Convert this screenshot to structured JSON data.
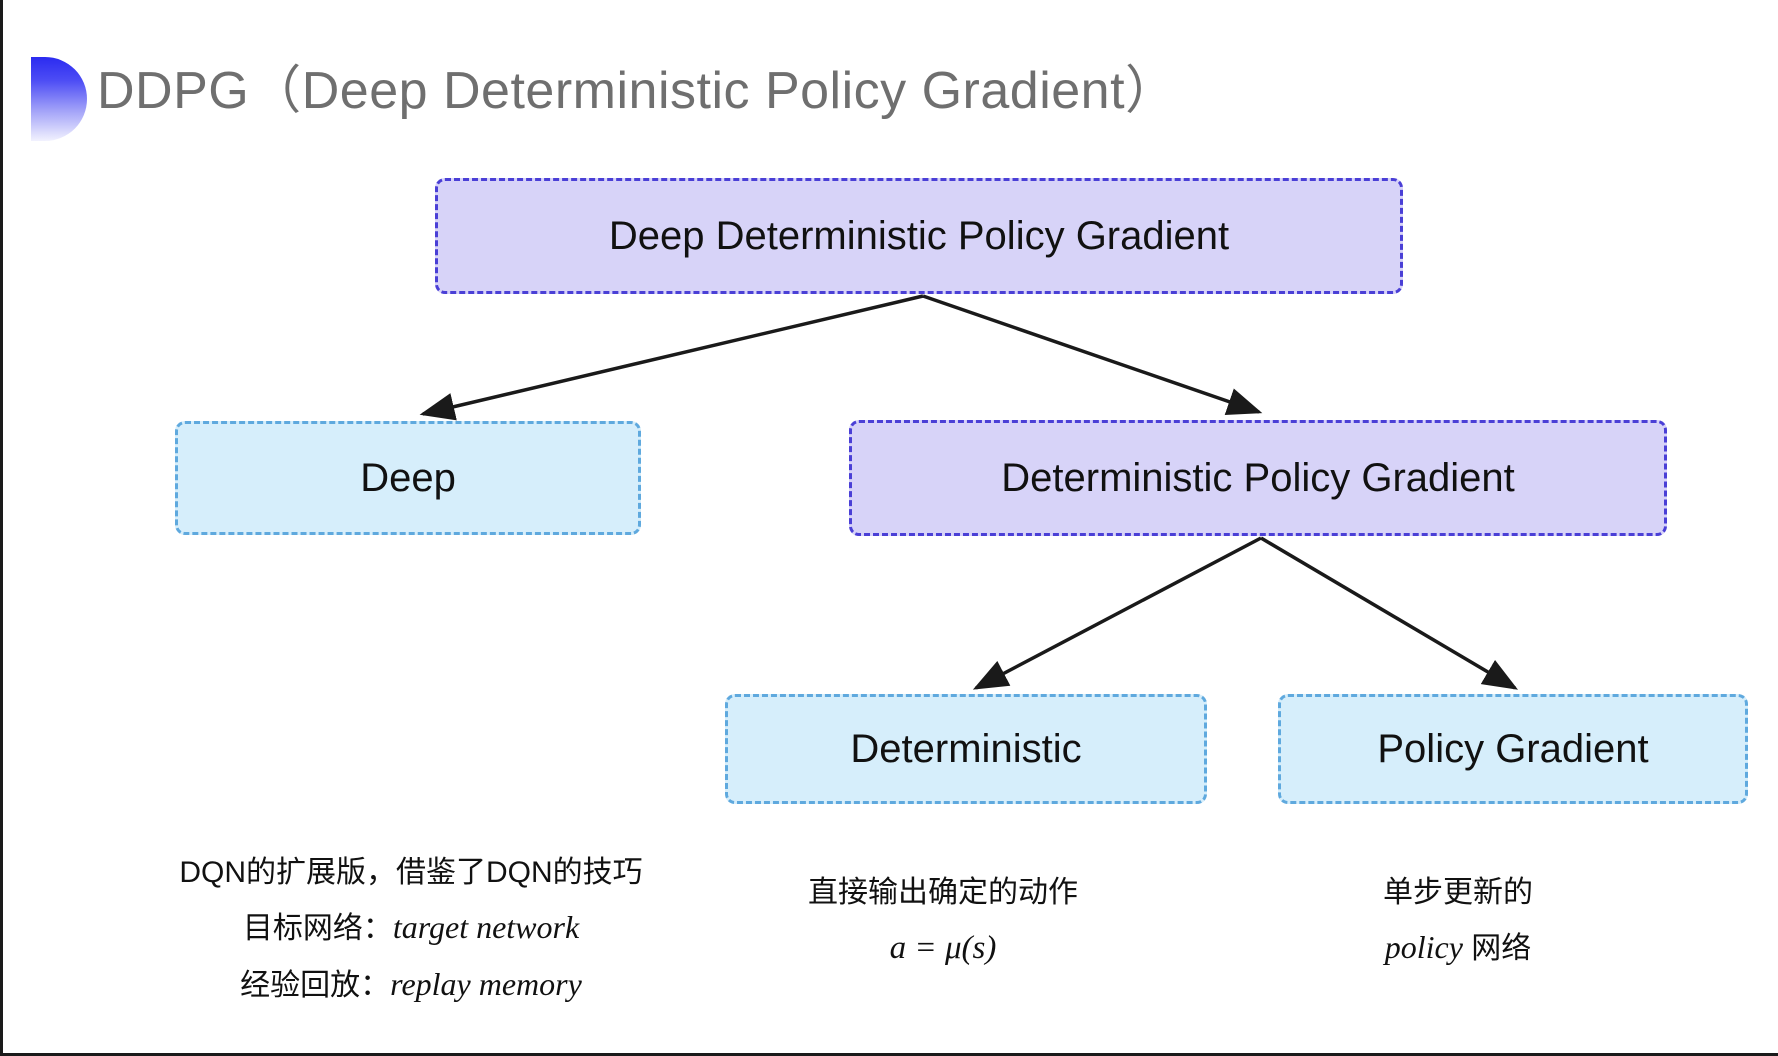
{
  "slide": {
    "title": "DDPG（Deep Deterministic Policy Gradient）",
    "background_color": "#ffffff",
    "title_color": "#6f6f6f",
    "bullet_gradient_from": "#2b2bf0",
    "bullet_gradient_to": "#f2f2fe"
  },
  "palette": {
    "purple_fill": "#d7d3f8",
    "purple_border": "#4a3fd6",
    "blue_fill": "#d6eefb",
    "blue_border": "#5fa9de",
    "connector_color": "#1a1a1a"
  },
  "nodes": {
    "root": {
      "label": "Deep Deterministic Policy Gradient",
      "style": "purple"
    },
    "deep": {
      "label": "Deep",
      "style": "blue"
    },
    "dpg": {
      "label": "Deterministic Policy Gradient",
      "style": "purple"
    },
    "deterministic": {
      "label": "Deterministic",
      "style": "blue"
    },
    "policy_gradient": {
      "label": "Policy Gradient",
      "style": "blue"
    }
  },
  "captions": {
    "deep": {
      "line1": "DQN的扩展版，借鉴了DQN的技巧",
      "line2_label": "目标网络：",
      "line2_term": "target network",
      "line3_label": "经验回放：",
      "line3_term": "replay memory"
    },
    "deterministic": {
      "line1": "直接输出确定的动作",
      "line2": "a = μ(s)"
    },
    "policy_gradient": {
      "line1": "单步更新的",
      "line2_term": "policy",
      "line2_suffix": " 网络"
    }
  }
}
